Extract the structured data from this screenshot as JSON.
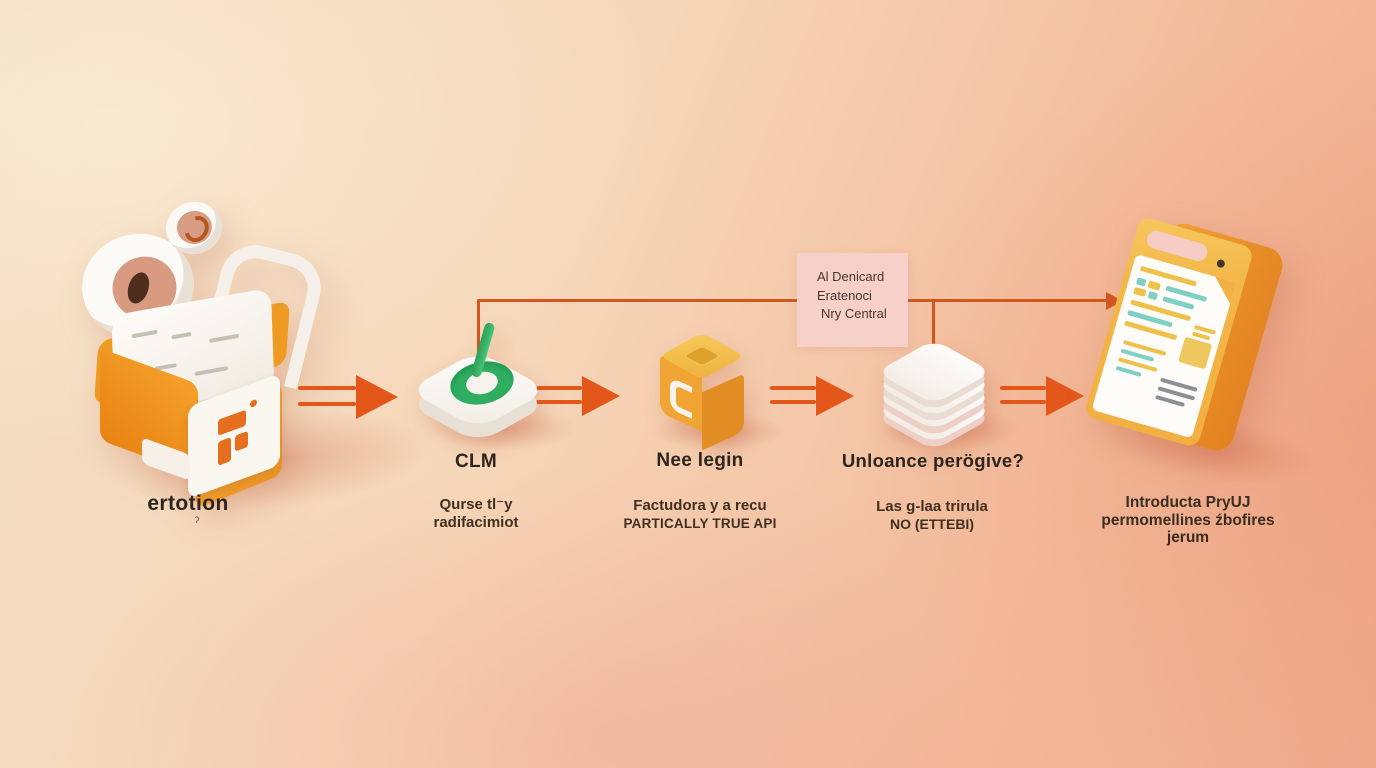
{
  "palette": {
    "background_warm": "#f6d6b8",
    "background_peach": "#efa98c",
    "accent_arrow_orange": "#e3571b",
    "connector_orange": "#d2571f",
    "crate_orange": "#f09a2a",
    "cube_gold": "#eea634",
    "document_gold": "#f2b849",
    "toggle_green": "#2fae61",
    "note_pink": "#f7d1c9",
    "page_teal_line": "#7fcfc4",
    "page_yellow_line": "#efc14c",
    "page_gray_line": "#8f8e94",
    "text_dark": "#2d241e"
  },
  "note": {
    "lines": [
      "Al Denicard",
      "Eratenoci",
      "Nry Central"
    ]
  },
  "steps": [
    {
      "name": "source-box",
      "label": "ertotion",
      "label_mark": "ʔ"
    },
    {
      "name": "clm-toggle",
      "title": "CLM",
      "lines": [
        "Qurse tl⁻y",
        "radifacimiot"
      ]
    },
    {
      "name": "nee-legin-cube",
      "title": "Nee legin",
      "lines": [
        "Factudora y a recu",
        "PARTICALLY TRUE API"
      ]
    },
    {
      "name": "unloance-stack",
      "title": "Unloance perögive?",
      "lines": [
        "Las g-laa trirula",
        "NO (ETTEBI)"
      ]
    },
    {
      "name": "result-document",
      "lines": [
        "Introducta PryUJ",
        "permomellines źbofires",
        "jerum"
      ]
    }
  ]
}
